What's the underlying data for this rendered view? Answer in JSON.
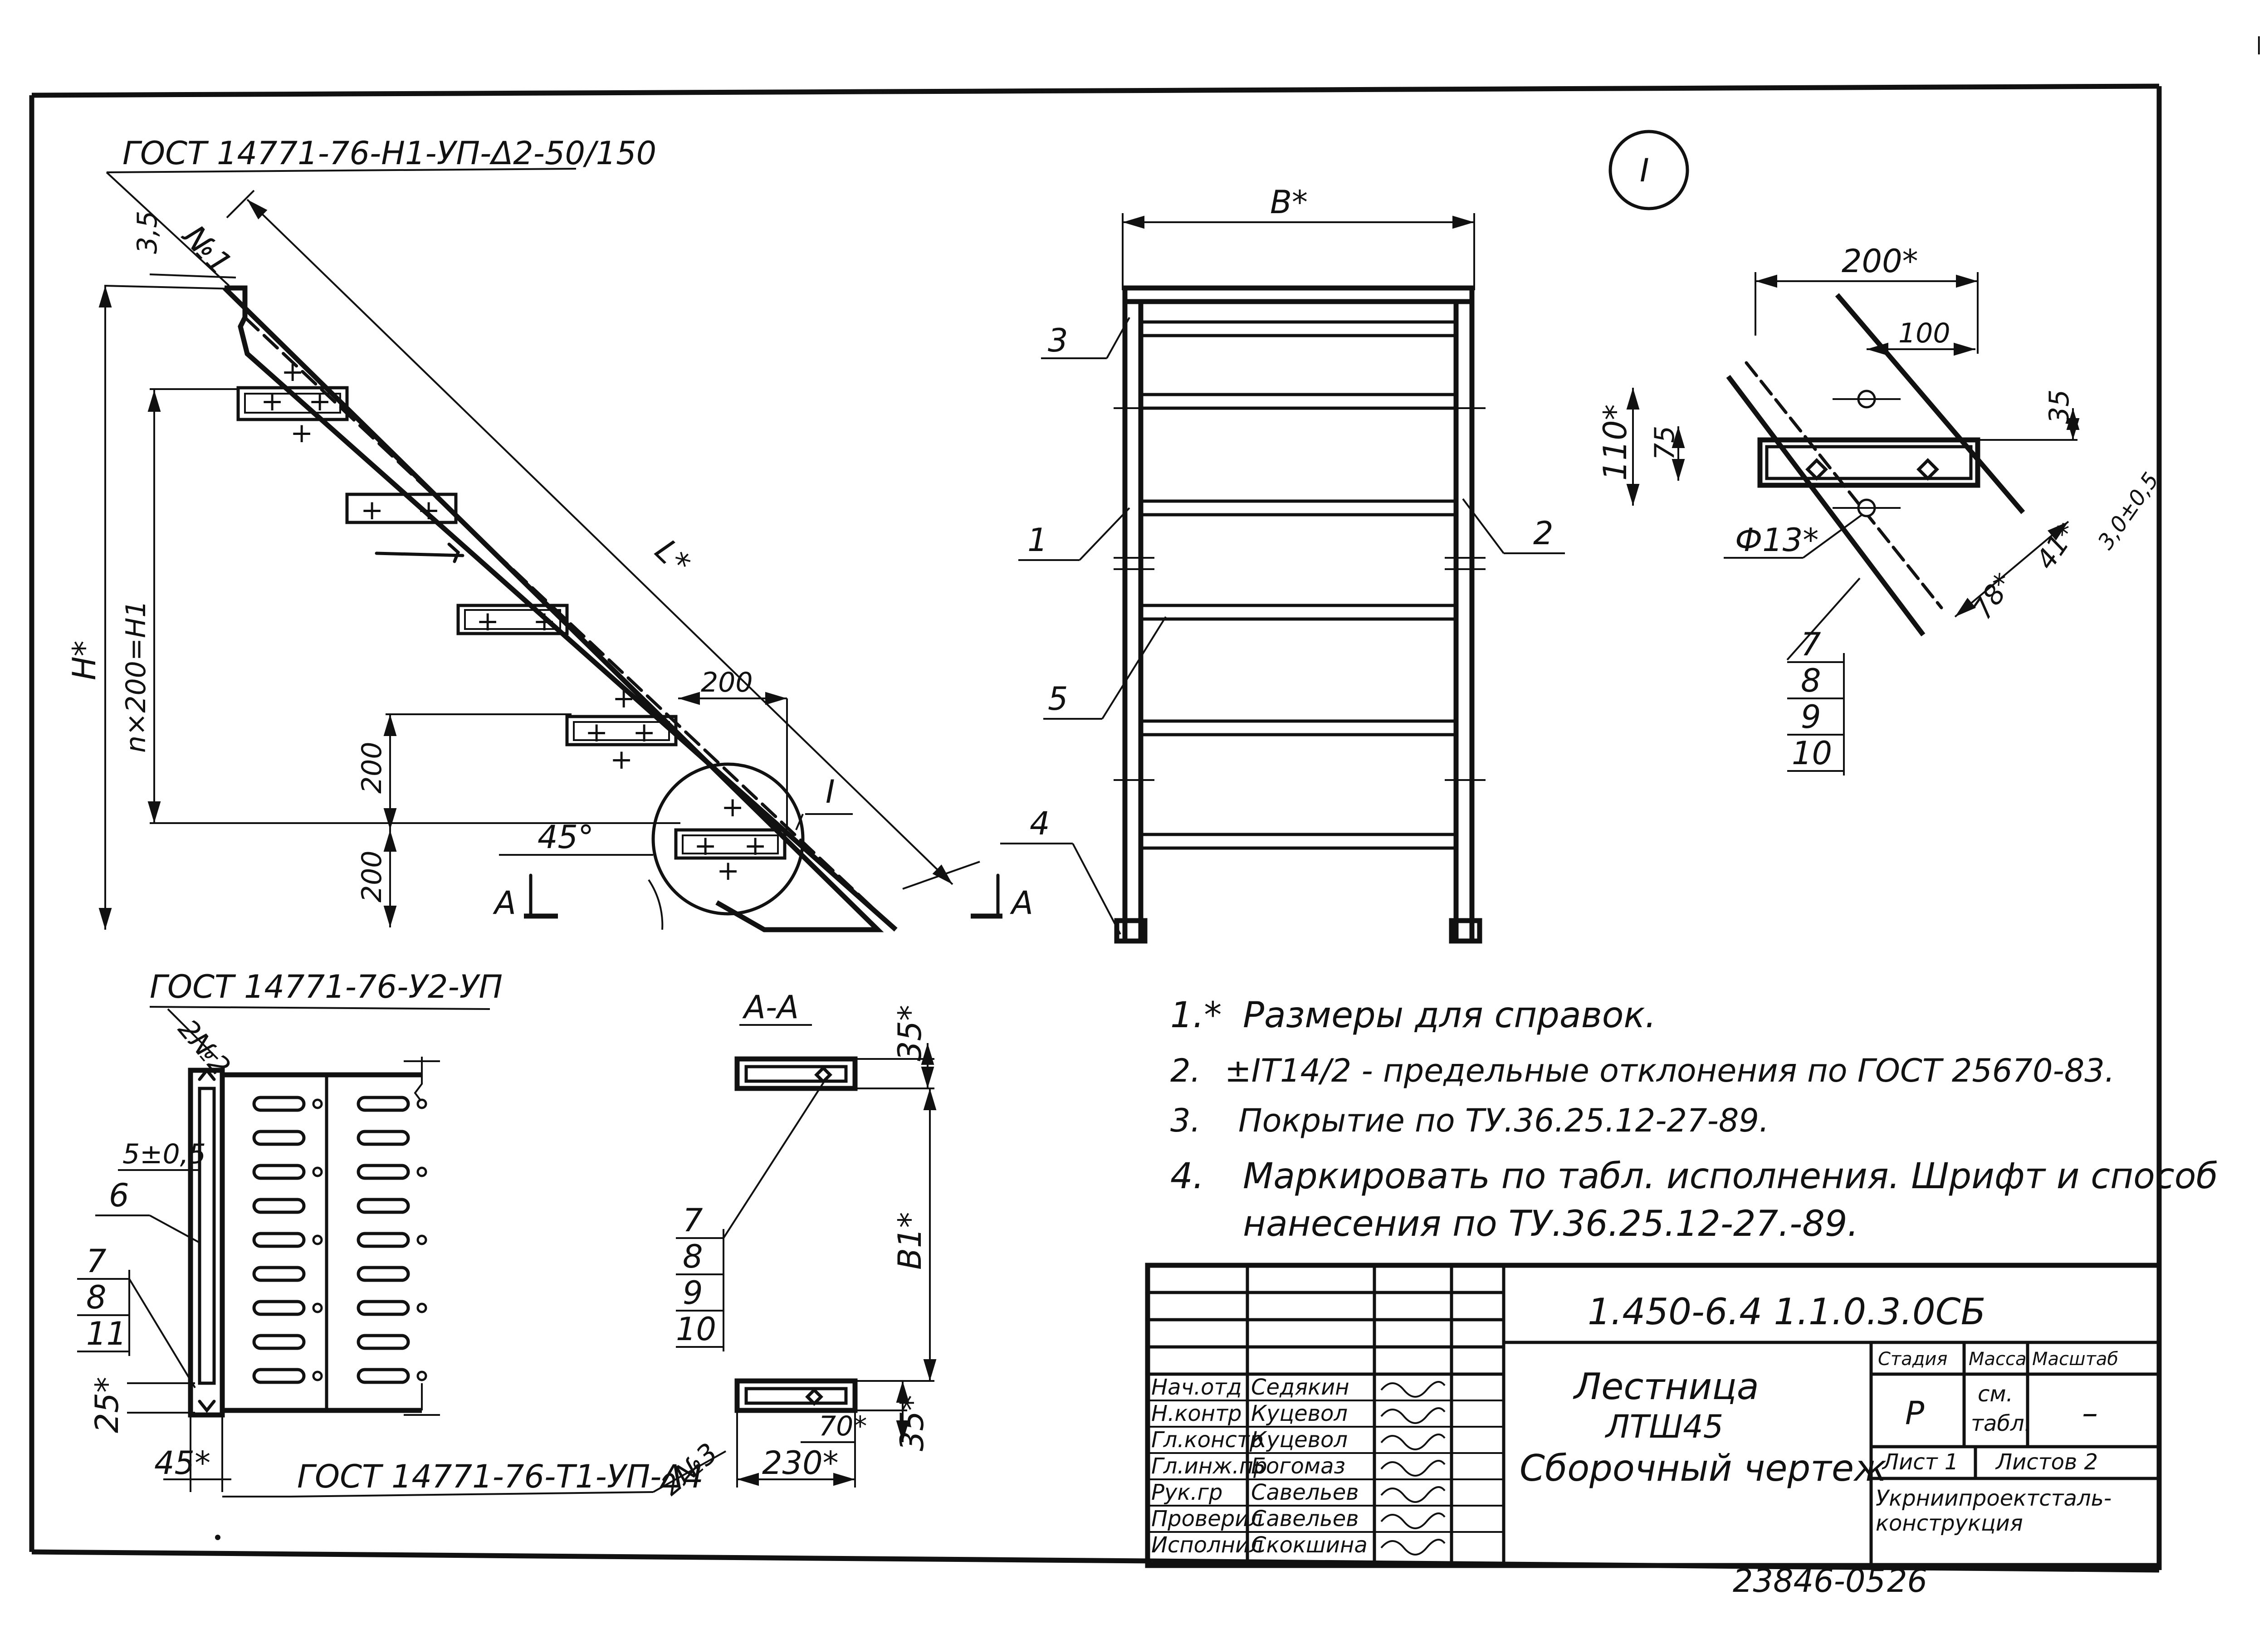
{
  "doc": {
    "gost_header": "ГОСТ 14771-76-Н1-УП-Δ2-50/150",
    "seam_n1": "№1",
    "gost_plan": "ГОСТ 14771-76-У2-УП",
    "seam_n2": "2№2",
    "gost_bottom": "ГОСТ 14771-76-Т1-УП-Δ4",
    "seam_n3": "2№3",
    "view_mark": "I",
    "section_title": "А-А",
    "section_cut": "А",
    "detail_callout": "I"
  },
  "dims": {
    "d_3_5": "3,5",
    "h_star": "Н*",
    "n200": "n×200=Н1",
    "l_star": "L*",
    "d200_top": "200",
    "d200_a": "200",
    "d200_b": "200",
    "angle45": "45°",
    "b_star": "В*",
    "d200_star": "200*",
    "d100": "100",
    "d35": "35",
    "d110": "110*",
    "d75": "75",
    "phi13": "Ф13*",
    "d78": "78*",
    "d41": "41*",
    "d3": "3,0±0,5",
    "d5": "5±0,5",
    "d25": "25*",
    "d45": "45*",
    "d35a": "35*",
    "b1": "В1*",
    "d35b": "35*",
    "d70": "70*",
    "d230": "230*"
  },
  "callouts": {
    "p1": "1",
    "p2": "2",
    "p3": "3",
    "p4": "4",
    "p5": "5",
    "p6": "6",
    "det_7": "7",
    "det_8": "8",
    "det_9": "9",
    "det_10": "10",
    "sec_7": "7",
    "sec_8": "8",
    "sec_9": "9",
    "sec_10": "10",
    "plan_7": "7",
    "plan_8": "8",
    "plan_11": "11"
  },
  "notes": [
    {
      "num": "1.*",
      "text": "Размеры для справок."
    },
    {
      "num": "2.",
      "text": "±IT14/2 - предельные отклонения по ГОСТ 25670-83."
    },
    {
      "num": "3.",
      "text": "Покрытие по ТУ.36.25.12-27-89."
    },
    {
      "num": "4.",
      "text": "Маркировать по табл. исполнения. Шрифт и способ"
    },
    {
      "num": "",
      "text": "нанесения по ТУ.36.25.12-27.-89."
    }
  ],
  "title_block": {
    "doc_code": "1.450-6.4 1.1.0.3.0СБ",
    "name1": "Лестница",
    "name2": "ЛТШ45",
    "name3": "Сборочный чертеж",
    "stage_label": "Стадия",
    "mass_label": "Масса",
    "scale_label": "Масштаб",
    "stage_val": "Р",
    "mass_val1": "см.",
    "mass_val2": "табл.",
    "scale_val": "–",
    "sheet": "Лист 1",
    "sheets": "Листов 2",
    "org1": "Укрниипроектсталь-",
    "org2": "конструкция",
    "roles": [
      {
        "role": "Нач.отд",
        "name": "Седякин"
      },
      {
        "role": "Н.контр",
        "name": "Куцевол"
      },
      {
        "role": "Гл.констр",
        "name": "Куцевол"
      },
      {
        "role": "Гл.инж.пр",
        "name": "Богомаз"
      },
      {
        "role": "Рук.гр",
        "name": "Савельев"
      },
      {
        "role": "Проверил",
        "name": "Савельев"
      },
      {
        "role": "Исполнил",
        "name": "Скокшина"
      }
    ]
  },
  "footer": {
    "archive": "23846-05",
    "page": "26"
  }
}
